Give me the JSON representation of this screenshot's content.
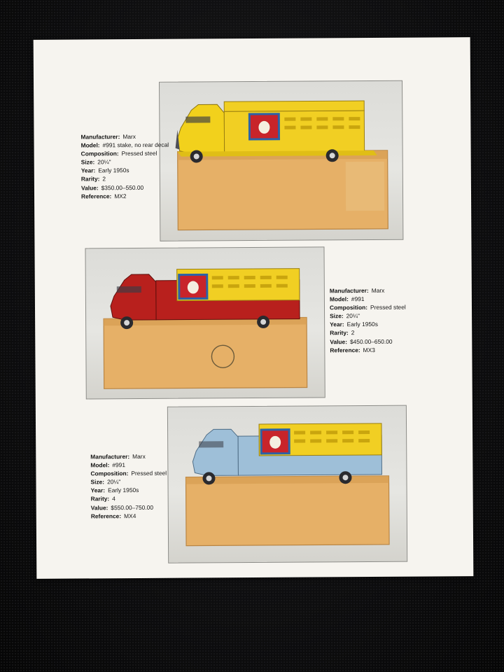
{
  "entries": [
    {
      "fields": [
        {
          "label": "Manufacturer:",
          "value": "Marx"
        },
        {
          "label": "Model:",
          "value": "#991 stake, no rear decal"
        },
        {
          "label": "Composition:",
          "value": "Pressed steel"
        },
        {
          "label": "Size:",
          "value": "20¼\""
        },
        {
          "label": "Year:",
          "value": "Early 1950s"
        },
        {
          "label": "Rarity:",
          "value": "2"
        },
        {
          "label": "Value:",
          "value": "$350.00–550.00"
        },
        {
          "label": "Reference:",
          "value": "MX2"
        }
      ],
      "truck_color": "#f2d11c"
    },
    {
      "fields": [
        {
          "label": "Manufacturer:",
          "value": "Marx"
        },
        {
          "label": "Model:",
          "value": "#991"
        },
        {
          "label": "Composition:",
          "value": "Pressed steel"
        },
        {
          "label": "Size:",
          "value": "20¼\""
        },
        {
          "label": "Year:",
          "value": "Early 1950s"
        },
        {
          "label": "Rarity:",
          "value": "2"
        },
        {
          "label": "Value:",
          "value": "$450.00–650.00"
        },
        {
          "label": "Reference:",
          "value": "MX3"
        }
      ],
      "truck_color": "#b8201d"
    },
    {
      "fields": [
        {
          "label": "Manufacturer:",
          "value": "Marx"
        },
        {
          "label": "Model:",
          "value": "#991"
        },
        {
          "label": "Composition:",
          "value": "Pressed steel"
        },
        {
          "label": "Size:",
          "value": "20¼\""
        },
        {
          "label": "Year:",
          "value": "Early 1950s"
        },
        {
          "label": "Rarity:",
          "value": "4"
        },
        {
          "label": "Value:",
          "value": "$550.00–750.00"
        },
        {
          "label": "Reference:",
          "value": "MX4"
        }
      ],
      "truck_color": "#9ebfd8"
    }
  ],
  "colors": {
    "stake_bed": "#f1cf23",
    "box": "#e6b067",
    "decal_red": "#c8242a",
    "decal_blue": "#2c62a8"
  }
}
